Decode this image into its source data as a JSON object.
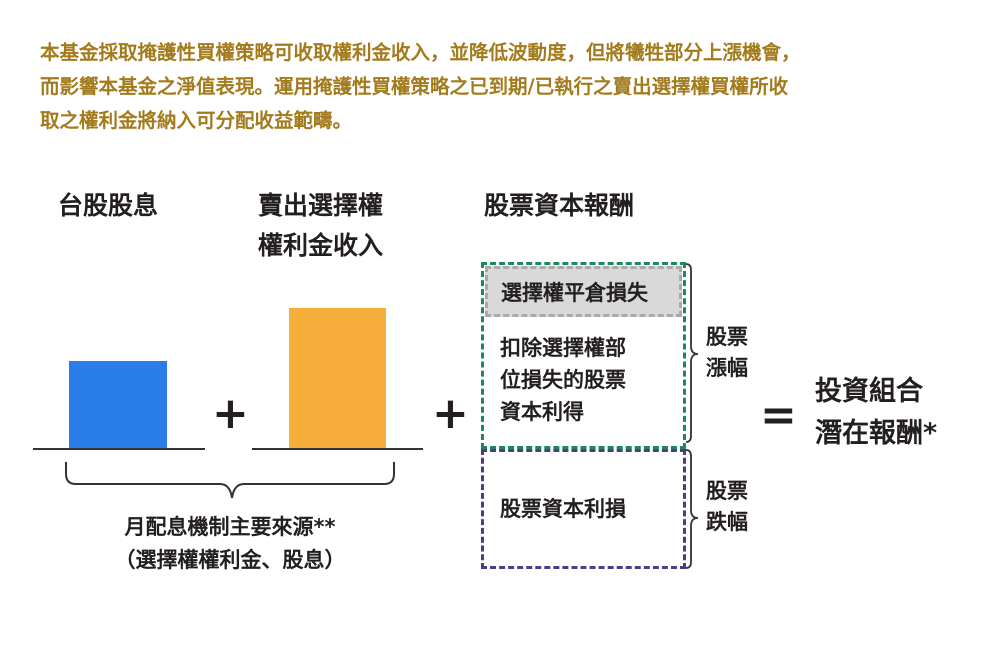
{
  "intro": {
    "lines": [
      "本基金採取掩護性買權策略可收取權利金收入，並降低波動度，但將犧牲部分上漲機會，",
      "而影響本基金之淨值表現。運用掩護性買權策略之已到期/已執行之賣出選擇權買權所收",
      "取之權利金將納入可分配收益範疇。"
    ]
  },
  "columns": {
    "dividend": {
      "title": "台股股息"
    },
    "premium": {
      "title_line1": "賣出選擇權",
      "title_line2": "權利金收入"
    },
    "capital": {
      "title": "股票資本報酬"
    }
  },
  "operators": {
    "plus": "+",
    "equals": "="
  },
  "capital_boxes": {
    "loss_label": "選擇權平倉損失",
    "gain_lines": [
      "扣除選擇權部",
      "位損失的股票",
      "資本利得"
    ],
    "capital_loss": "股票資本利損"
  },
  "brace_labels": {
    "up": [
      "股票",
      "漲幅"
    ],
    "down": [
      "股票",
      "跌幅"
    ]
  },
  "result": [
    "投資組合",
    "潛在報酬*"
  ],
  "footnote": [
    "月配息機制主要來源**",
    "（選擇權權利金、股息）"
  ],
  "colors": {
    "intro_text": "#a37a1c",
    "dividend_bar": "#2b7de9",
    "premium_bar": "#f8ae3a",
    "gain_border": "#1b8a5a",
    "loss_border": "#4f3b85",
    "loss_fill": "#d9d9d9"
  }
}
